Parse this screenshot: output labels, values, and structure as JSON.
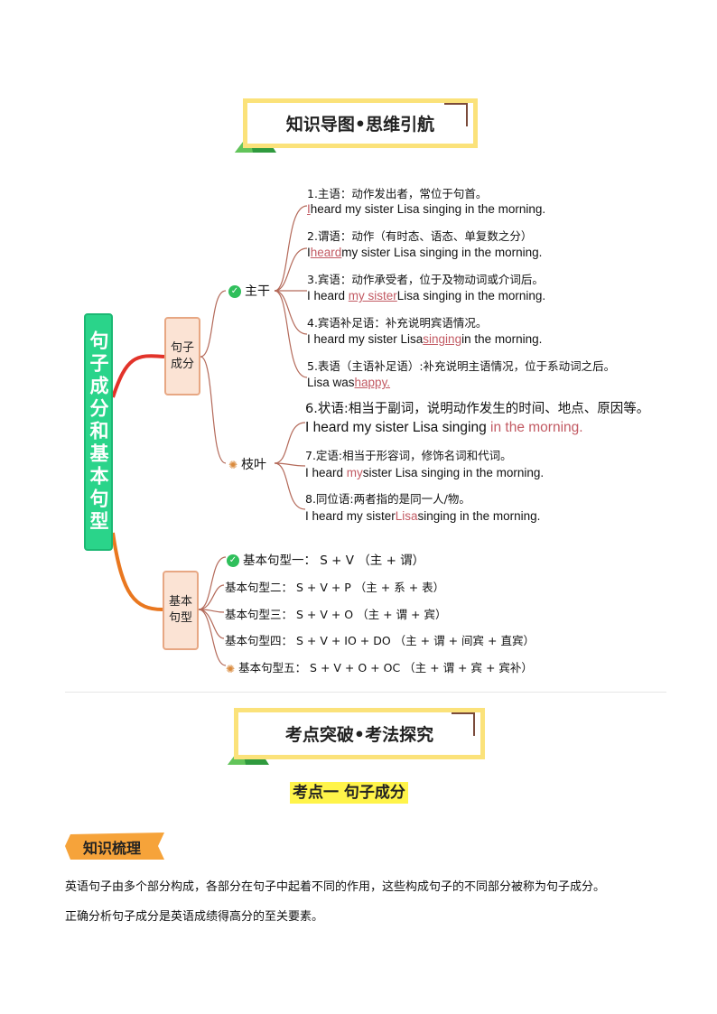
{
  "banner1": {
    "title": "知识导图•思维引航"
  },
  "banner2": {
    "title": "考点突破•考法探究"
  },
  "mindmap": {
    "root": "句子成分和基本句型",
    "branch1": "句子成分",
    "branch2": "基本句型",
    "main": "主干",
    "leaves": "枝叶",
    "items": [
      {
        "label": "1.主语：动作发出者，常位于句首。"
      },
      {
        "label": "2.谓语：动作（有时态、语态、单复数之分）"
      },
      {
        "label": "3.宾语：动作承受者，位于及物动词或介词后。"
      },
      {
        "label": "4.宾语补足语：补充说明宾语情况。"
      },
      {
        "label": "5.表语（主语补足语）:补充说明主语情况，位于系动词之后。"
      },
      {
        "label": "6.状语:相当于副词，说明动作发生的时间、地点、原因等。"
      },
      {
        "label": "7.定语:相当于形容词，修饰名词和代词。"
      },
      {
        "label": "8.同位语:两者指的是同一人/物。"
      }
    ],
    "examples": {
      "e1": {
        "hl": "I",
        "rest": "heard my sister Lisa singing in the morning."
      },
      "e2": {
        "pre": "I",
        "hl": "heard",
        "rest": "my sister Lisa singing in the morning."
      },
      "e3": {
        "pre": "I heard",
        "hl": "my sister",
        "rest": "Lisa singing in the morning."
      },
      "e4": {
        "pre": "I heard my sister Lisa",
        "hl": "singing",
        "rest": "in the morning."
      },
      "e5": {
        "pre": "Lisa was",
        "hl": "happy."
      },
      "e6": {
        "pre": "I heard my sister Lisa singing",
        "hl": "in the morning."
      },
      "e7": {
        "pre": "I heard",
        "hl": "my",
        "rest": "sister Lisa singing in the morning."
      },
      "e8": {
        "pre": "I heard my sister",
        "hl": "Lisa",
        "rest": "singing in the morning."
      }
    },
    "patterns": [
      "基本句型一： S + V （主 + 谓）",
      "基本句型二： S + V + P （主 + 系 + 表）",
      "基本句型三： S + V + O （主 + 谓 + 宾）",
      "基本句型四： S + V + IO + DO （主 + 谓 + 间宾 + 直宾）",
      "基本句型五： S + V + O + OC （主 + 谓 + 宾 + 宾补）"
    ],
    "icons": {
      "main": "check-circle-icon",
      "leaves": "lightbulb-icon"
    },
    "colors": {
      "root": "#2ad48a",
      "branch_top": "#e2332a",
      "branch_bottom": "#e9771f",
      "highlight": "#c25a63"
    }
  },
  "section": {
    "kaodian": "考点一 句子成分",
    "tag": "知识梳理",
    "paragraph": [
      "英语句子由多个部分构成，各部分在句子中起着不同的作用，这些构成句子的不同部分被称为句子成分。",
      "正确分析句子成分是英语成绩得高分的至关要素。"
    ]
  }
}
